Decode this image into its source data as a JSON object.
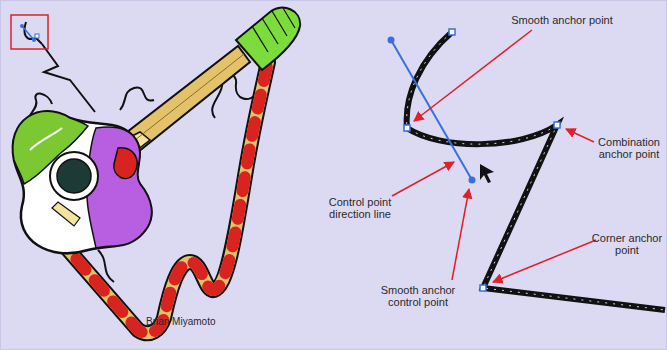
{
  "diagram": {
    "labels": [
      "Smooth anchor point",
      "Combination anchor point",
      "Control point direction line",
      "Corner anchor point",
      "Smooth anchor control point",
      "Brian Miyamoto"
    ]
  }
}
